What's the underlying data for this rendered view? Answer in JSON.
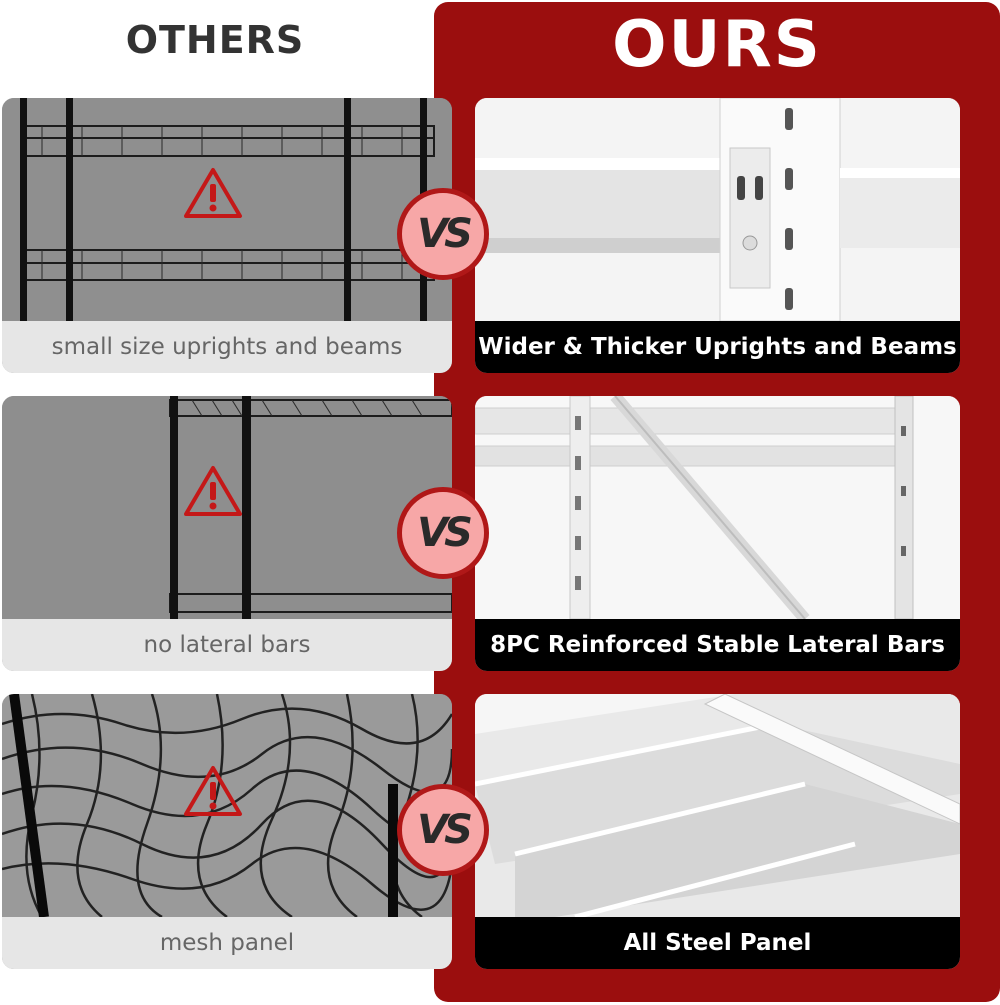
{
  "header": {
    "others_title": "OTHERS",
    "ours_title": "OURS"
  },
  "comparisons": [
    {
      "others_caption": "small size uprights and beams",
      "ours_caption": "Wider & Thicker Uprights and Beams",
      "vs_label": "VS"
    },
    {
      "others_caption": "no lateral bars",
      "ours_caption": "8PC Reinforced Stable Lateral Bars",
      "vs_label": "VS"
    },
    {
      "others_caption": "mesh panel",
      "ours_caption": "All Steel Panel",
      "vs_label": "VS"
    }
  ],
  "colors": {
    "ours_panel": "#9b0e0e",
    "vs_fill": "#f7a7a7",
    "vs_ring": "#b01818",
    "warning": "#c41818"
  },
  "icons": {
    "warning": "warning-triangle-icon"
  }
}
